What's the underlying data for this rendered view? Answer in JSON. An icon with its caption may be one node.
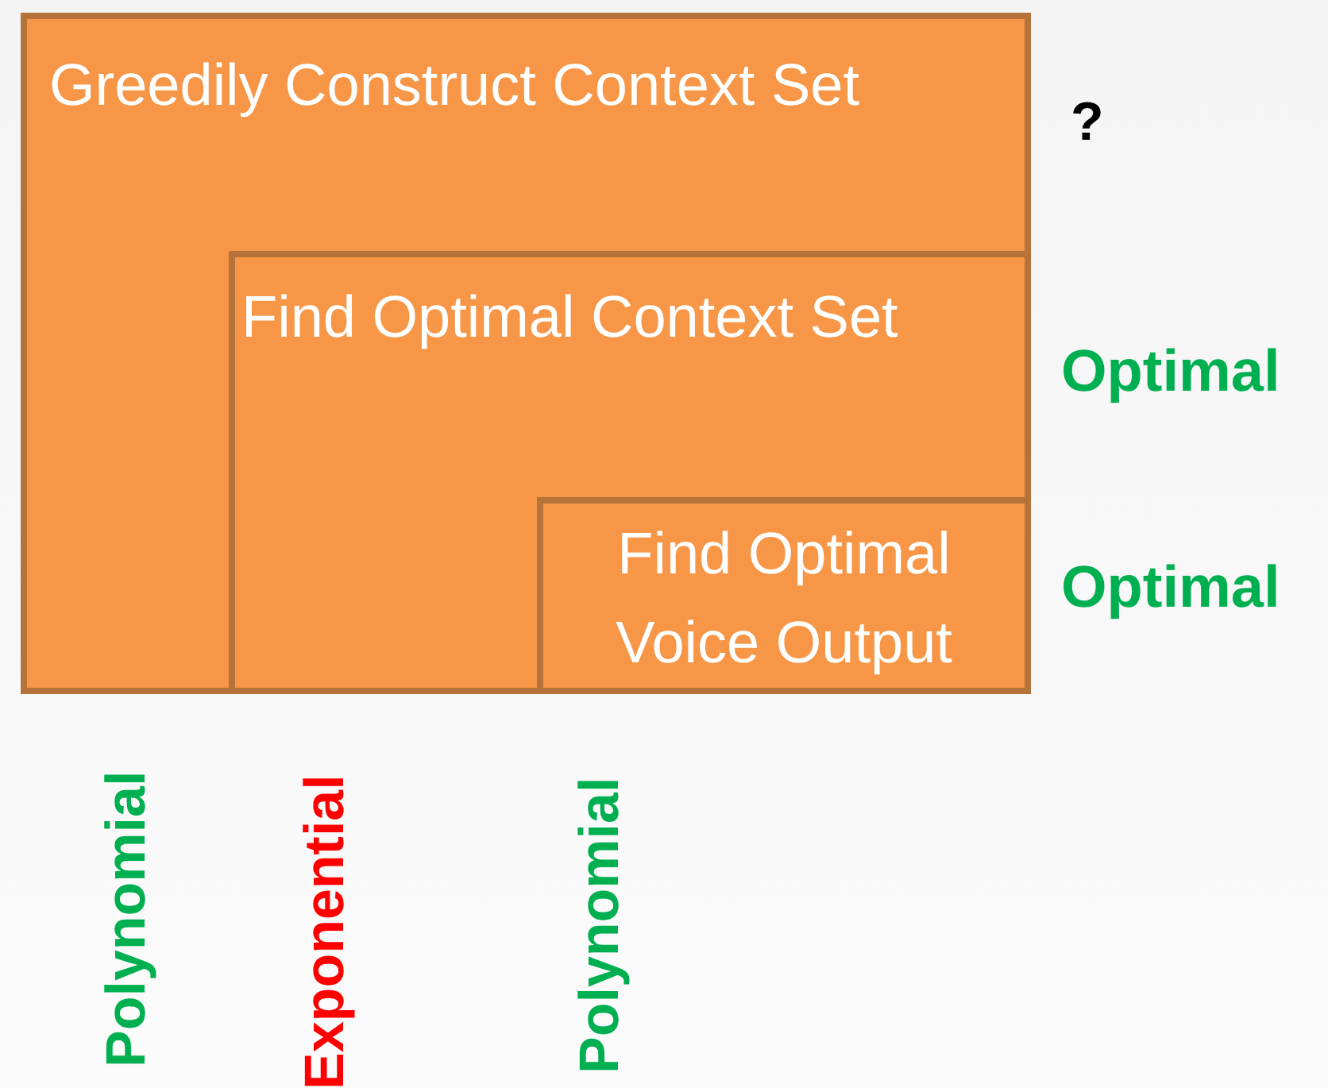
{
  "diagram": {
    "nodes": [
      {
        "text": [
          "Greedily Construct Context Set"
        ]
      },
      {
        "text": [
          "Find Optimal Context Set"
        ],
        "in": 0
      },
      {
        "text": [
          "Find Optimal Voice Output"
        ],
        "in": 1
      }
    ],
    "labels": [
      "?",
      "Optimal",
      "Optimal",
      "Polynomial",
      "Exponential",
      "Polynomial"
    ]
  }
}
